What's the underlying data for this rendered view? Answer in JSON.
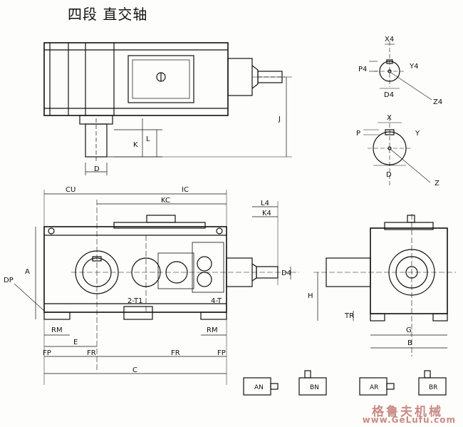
{
  "title": "四段  直交轴",
  "watermark": {
    "cn": "格鲁夫机械",
    "url": "www.GeLufu.com"
  },
  "labels": {
    "X4": "X4",
    "P4": "P4",
    "Y4": "Y4",
    "D4": "D4",
    "Z4": "Z4",
    "X": "X",
    "P": "P",
    "Y": "Y",
    "D": "D",
    "Z": "Z",
    "K": "K",
    "L": "L",
    "J": "J",
    "CU": "CU",
    "IC": "IC",
    "KC": "KC",
    "L4": "L4",
    "K4": "K4",
    "DP": "DP",
    "A": "A",
    "T2": "2-T1",
    "T4": "4-T",
    "RM": "RM",
    "E": "E",
    "FP": "FP",
    "FR": "FR",
    "C": "C",
    "H": "H",
    "TR": "TR",
    "G": "G",
    "B": "B",
    "AN": "AN",
    "BN": "BN",
    "AR": "AR",
    "BR": "BR"
  }
}
